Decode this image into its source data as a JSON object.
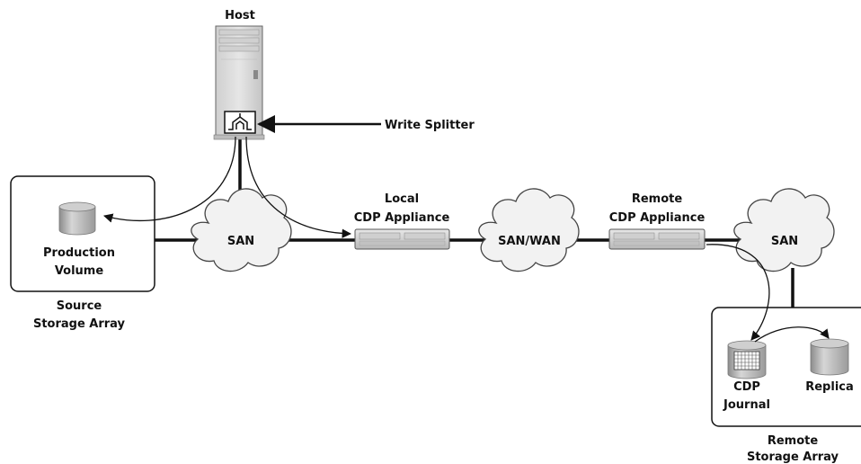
{
  "labels": {
    "host": "Host",
    "write_splitter": "Write Splitter",
    "san_left": "SAN",
    "san_wan": "SAN/WAN",
    "san_right": "SAN",
    "local_cdp_line1": "Local",
    "local_cdp_line2": "CDP Appliance",
    "remote_cdp_line1": "Remote",
    "remote_cdp_line2": "CDP Appliance",
    "production_line1": "Production",
    "production_line2": "Volume",
    "source_array_line1": "Source",
    "source_array_line2": "Storage Array",
    "cdp_journal_line1": "CDP",
    "cdp_journal_line2": "Journal",
    "replica": "Replica",
    "remote_array_line1": "Remote",
    "remote_array_line2": "Storage Array"
  },
  "colors": {
    "line": "#111111",
    "cloud_fill": "#f2f2f2",
    "device_fill": "#d9d9d9",
    "cylinder": "#b5b5b5"
  }
}
